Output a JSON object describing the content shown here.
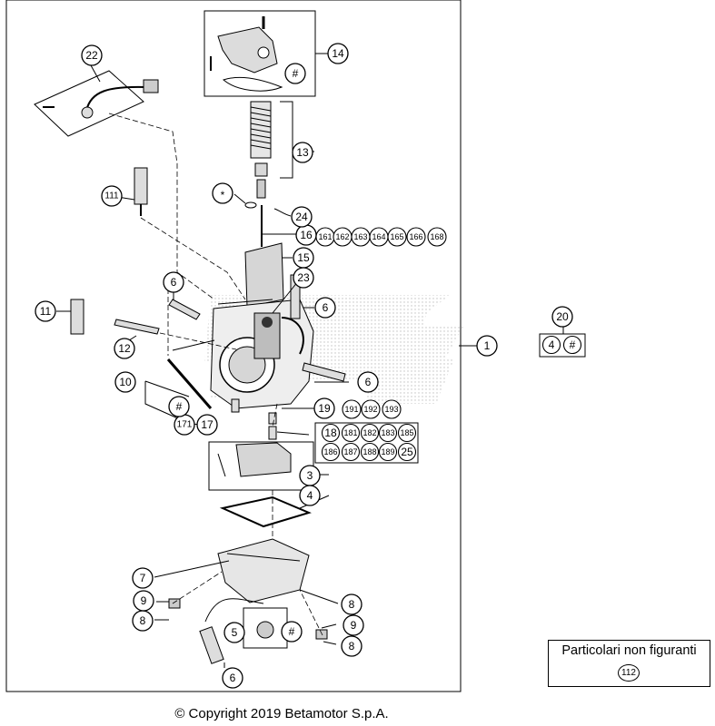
{
  "diagram": {
    "callouts": {
      "c1": "1",
      "c3": "3",
      "c4": "4",
      "c5": "5",
      "c6a": "6",
      "c6b": "6",
      "c6c": "6",
      "c6d": "6",
      "c7": "7",
      "c8a": "8",
      "c8b": "8",
      "c8c": "8",
      "c9a": "9",
      "c9b": "9",
      "c10": "10",
      "c11": "11",
      "c12": "12",
      "c13": "13",
      "c14": "14",
      "c15": "15",
      "c16": "16",
      "c17": "17",
      "c19": "19",
      "c20": "20",
      "c22": "22",
      "c23": "23",
      "c24": "24",
      "c111": "111",
      "c171": "171",
      "star": "*",
      "hash1": "#",
      "hash2": "#",
      "hash3": "#",
      "hash4": "#"
    },
    "needle_options": [
      "161",
      "162",
      "163",
      "164",
      "165",
      "166",
      "168"
    ],
    "jet19_options": [
      "191",
      "192",
      "193"
    ],
    "jet18_row1": [
      "18",
      "181",
      "182",
      "183",
      "185"
    ],
    "jet18_row2": [
      "186",
      "187",
      "188",
      "189",
      "25"
    ],
    "group20": [
      "4",
      "#"
    ]
  },
  "not_shown": {
    "title": "Particolari non figuranti",
    "code": "112"
  },
  "copyright": "© Copyright 2019 Betamotor S.p.A."
}
